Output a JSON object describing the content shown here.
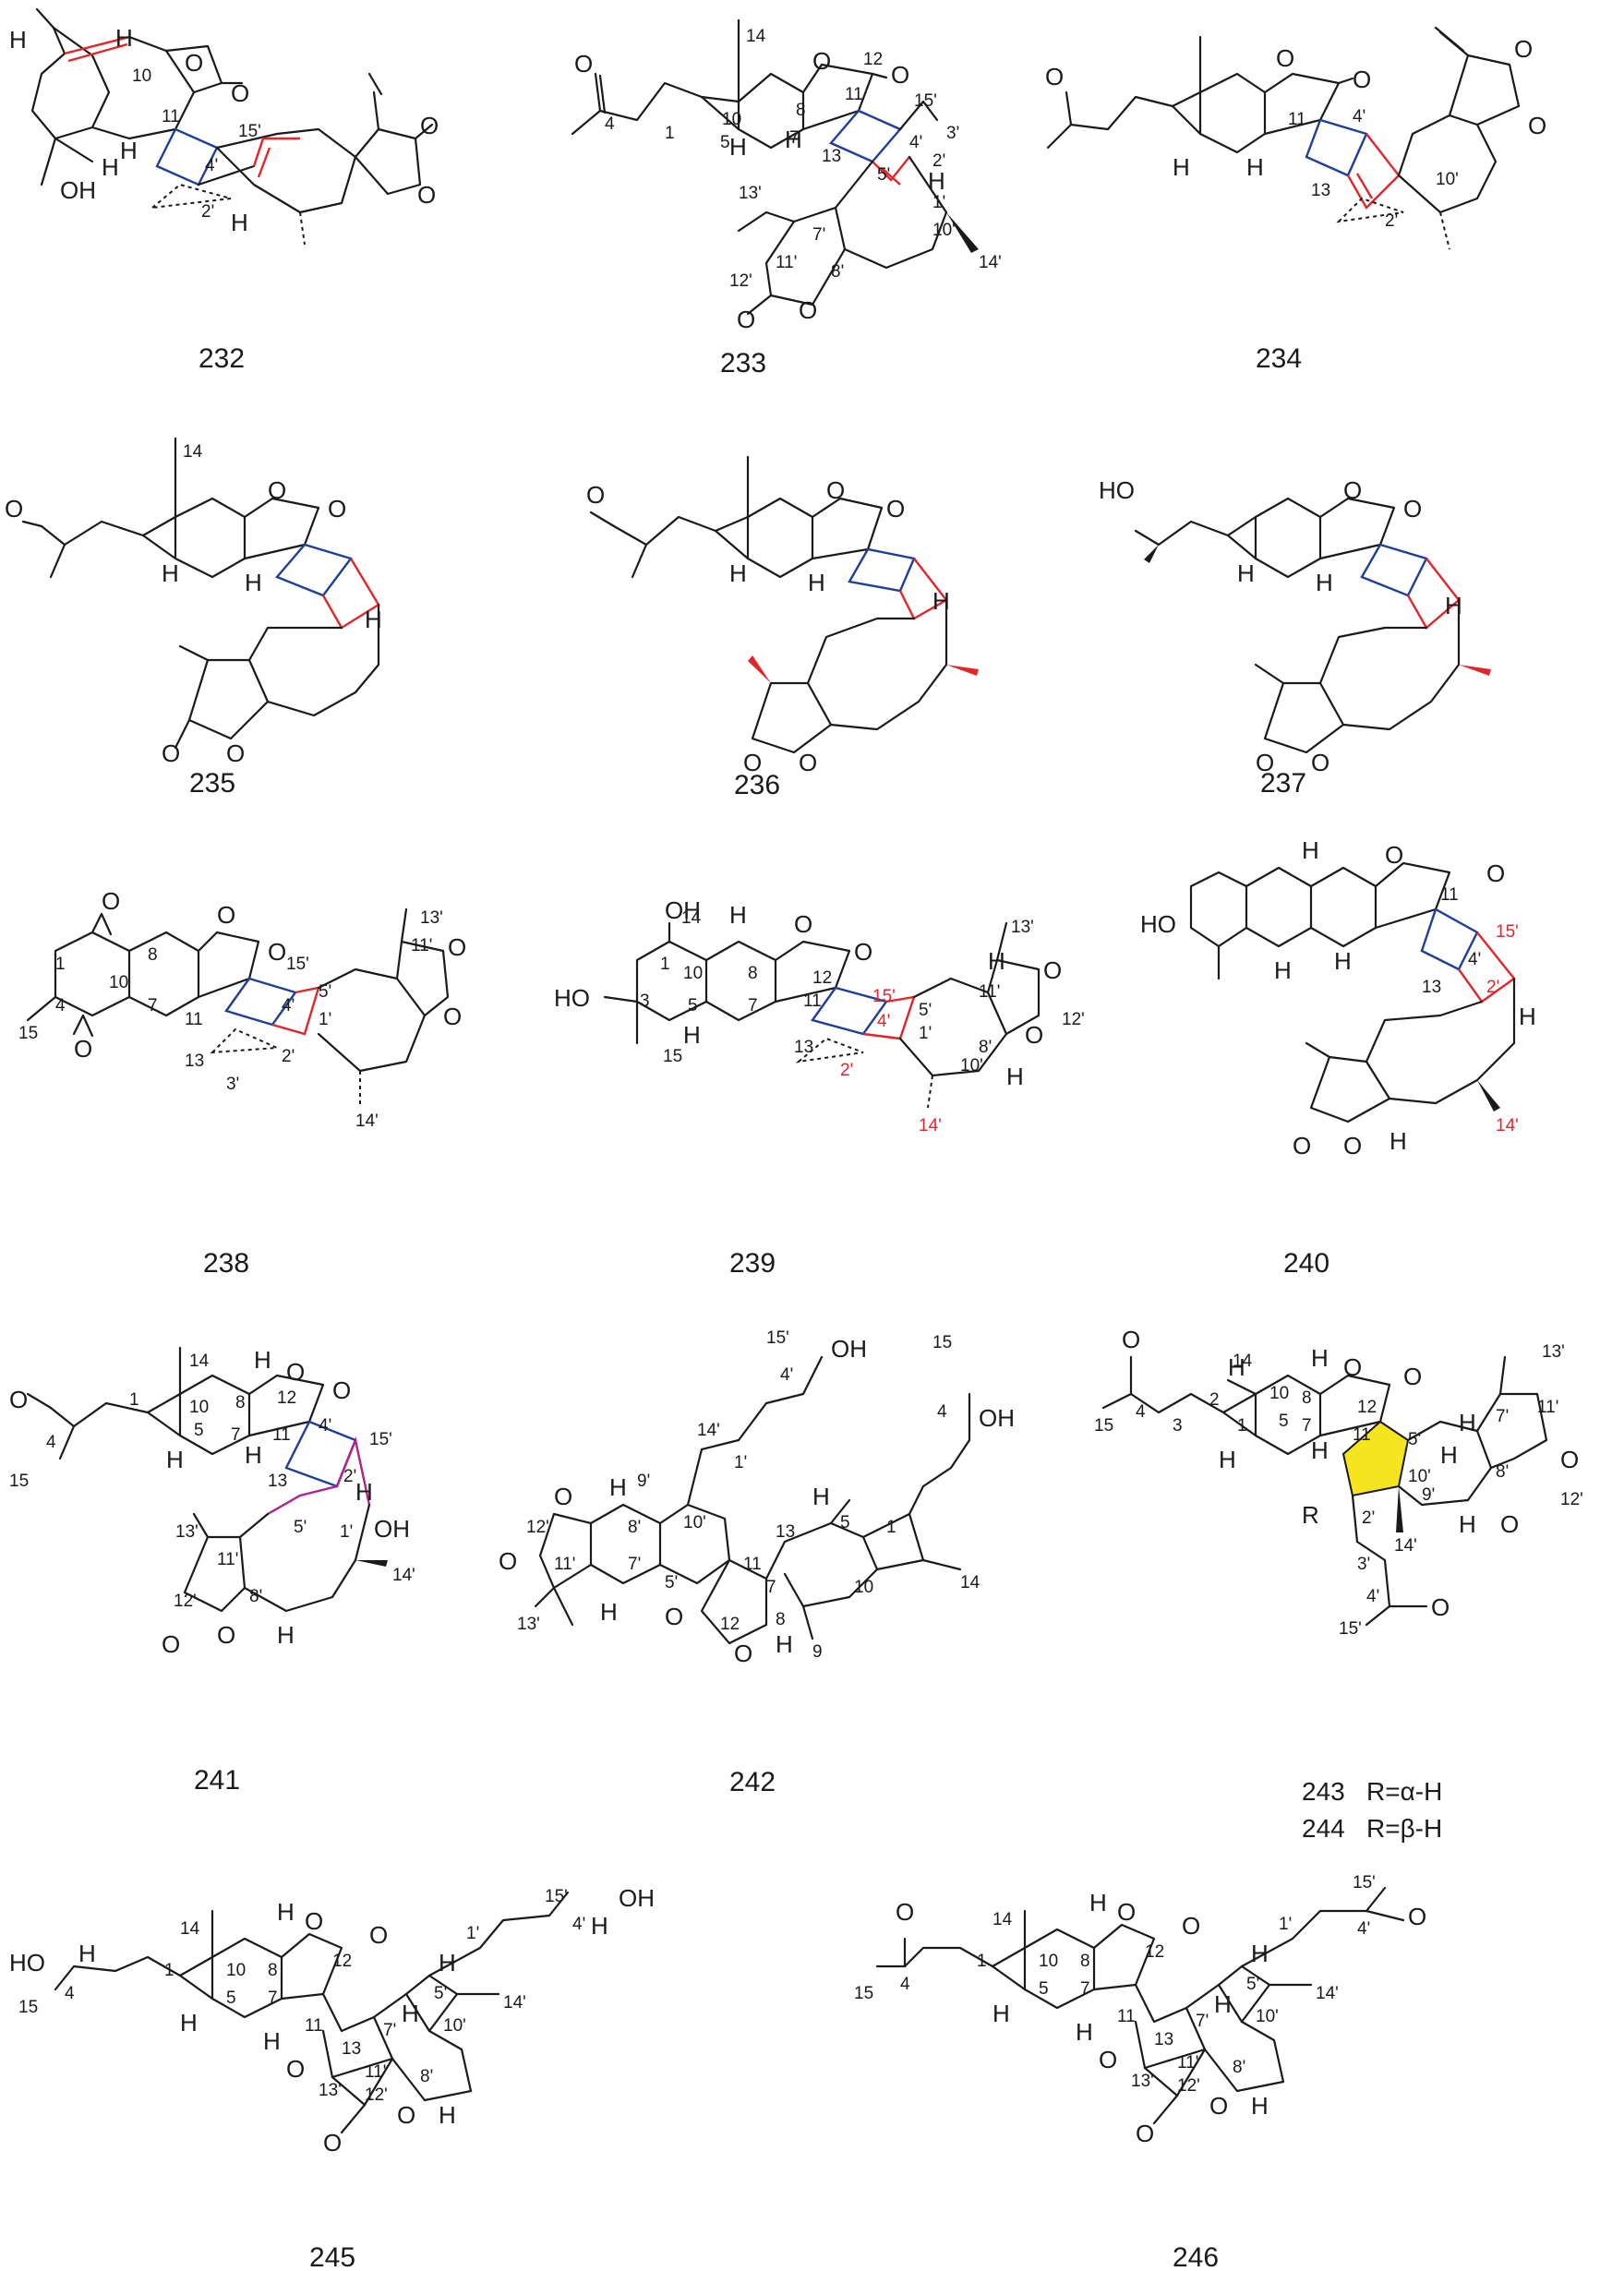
{
  "colors": {
    "new_bond_blue": "#1f3f96",
    "new_bond_red": "#e0262b",
    "highlight_magenta": "#b0208e",
    "ring_highlight_yellow": "#f5e51f"
  },
  "atoms": {
    "O": "O",
    "OH": "OH",
    "HO": "HO",
    "H": "H",
    "R": "R"
  },
  "compounds": [
    {
      "id": "232"
    },
    {
      "id": "233"
    },
    {
      "id": "234"
    },
    {
      "id": "235"
    },
    {
      "id": "236"
    },
    {
      "id": "237"
    },
    {
      "id": "238"
    },
    {
      "id": "239"
    },
    {
      "id": "240"
    },
    {
      "id": "241"
    },
    {
      "id": "242"
    },
    {
      "id": "243",
      "note": "R=α-H"
    },
    {
      "id": "244",
      "note": "R=β-H"
    },
    {
      "id": "245"
    },
    {
      "id": "246"
    }
  ],
  "labels": {
    "n1": "1",
    "n2": "2",
    "n3": "3",
    "n4": "4",
    "n5": "5",
    "n7": "7",
    "n8": "8",
    "n9": "9",
    "n10": "10",
    "n11": "11",
    "n12": "12",
    "n13": "13",
    "n14": "14",
    "n15": "15",
    "p1": "1'",
    "p2": "2'",
    "p3": "3'",
    "p4": "4'",
    "p5": "5'",
    "p7": "7'",
    "p8": "8'",
    "p9": "9'",
    "p10": "10'",
    "p11": "11'",
    "p12": "12'",
    "p13": "13'",
    "p14": "14'",
    "p15": "15'"
  }
}
